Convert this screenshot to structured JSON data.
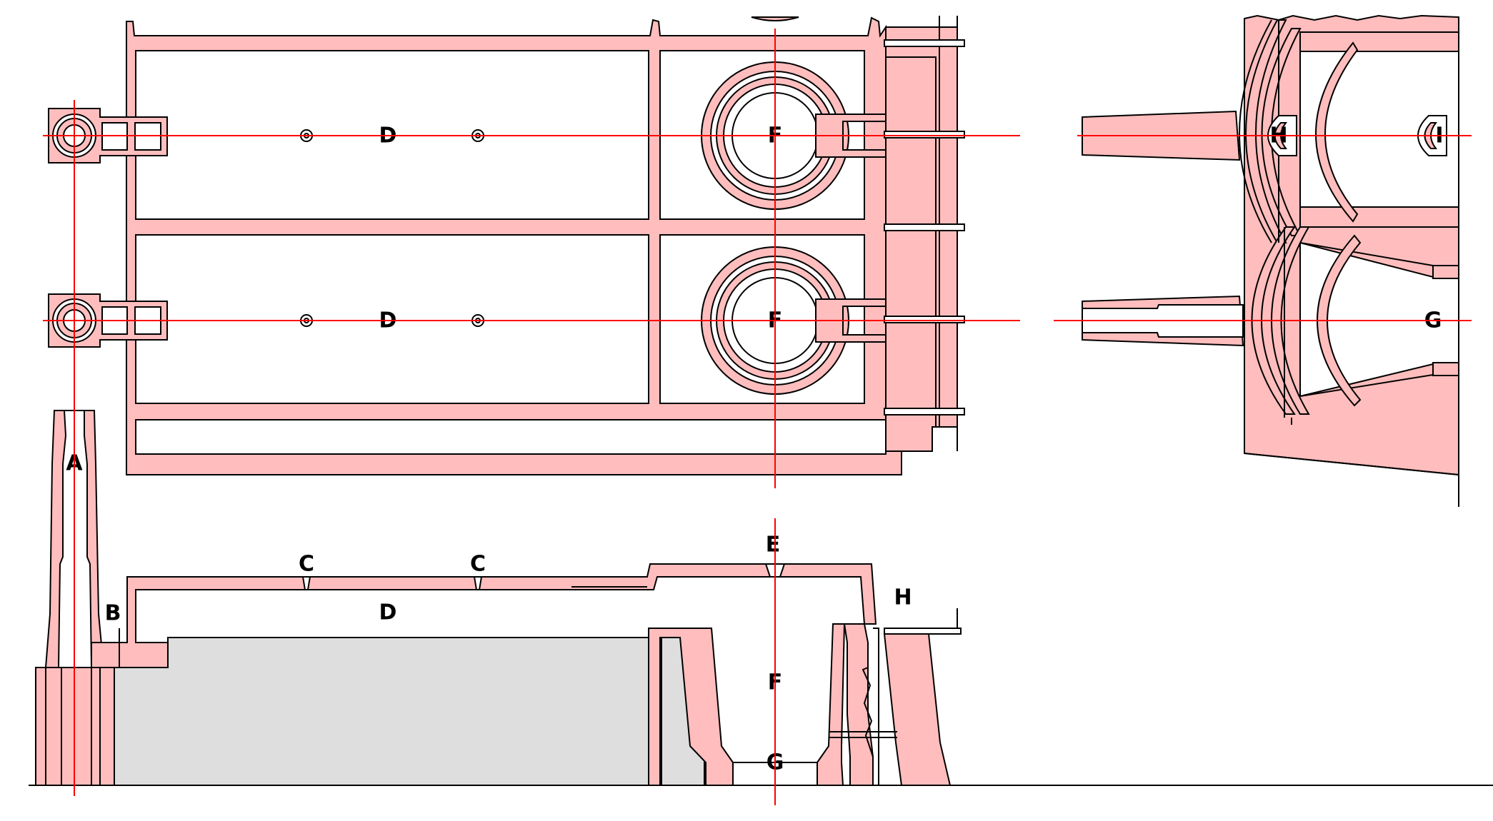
{
  "colors": {
    "masonry": "#ffbdbd",
    "outline": "#000000",
    "axis": "#ff0000",
    "fill_material": "#dedede",
    "background": "#ffffff"
  },
  "labels": {
    "plan": {
      "d_upper": "D",
      "d_lower": "D",
      "f_upper": "F",
      "f_lower": "F"
    },
    "section": {
      "a": "A",
      "b": "B",
      "c_left": "C",
      "c_right": "C",
      "d": "D",
      "e": "E",
      "f": "F",
      "g": "G",
      "h": "H"
    },
    "detail": {
      "h": "H",
      "i": "I",
      "g": "G"
    }
  }
}
